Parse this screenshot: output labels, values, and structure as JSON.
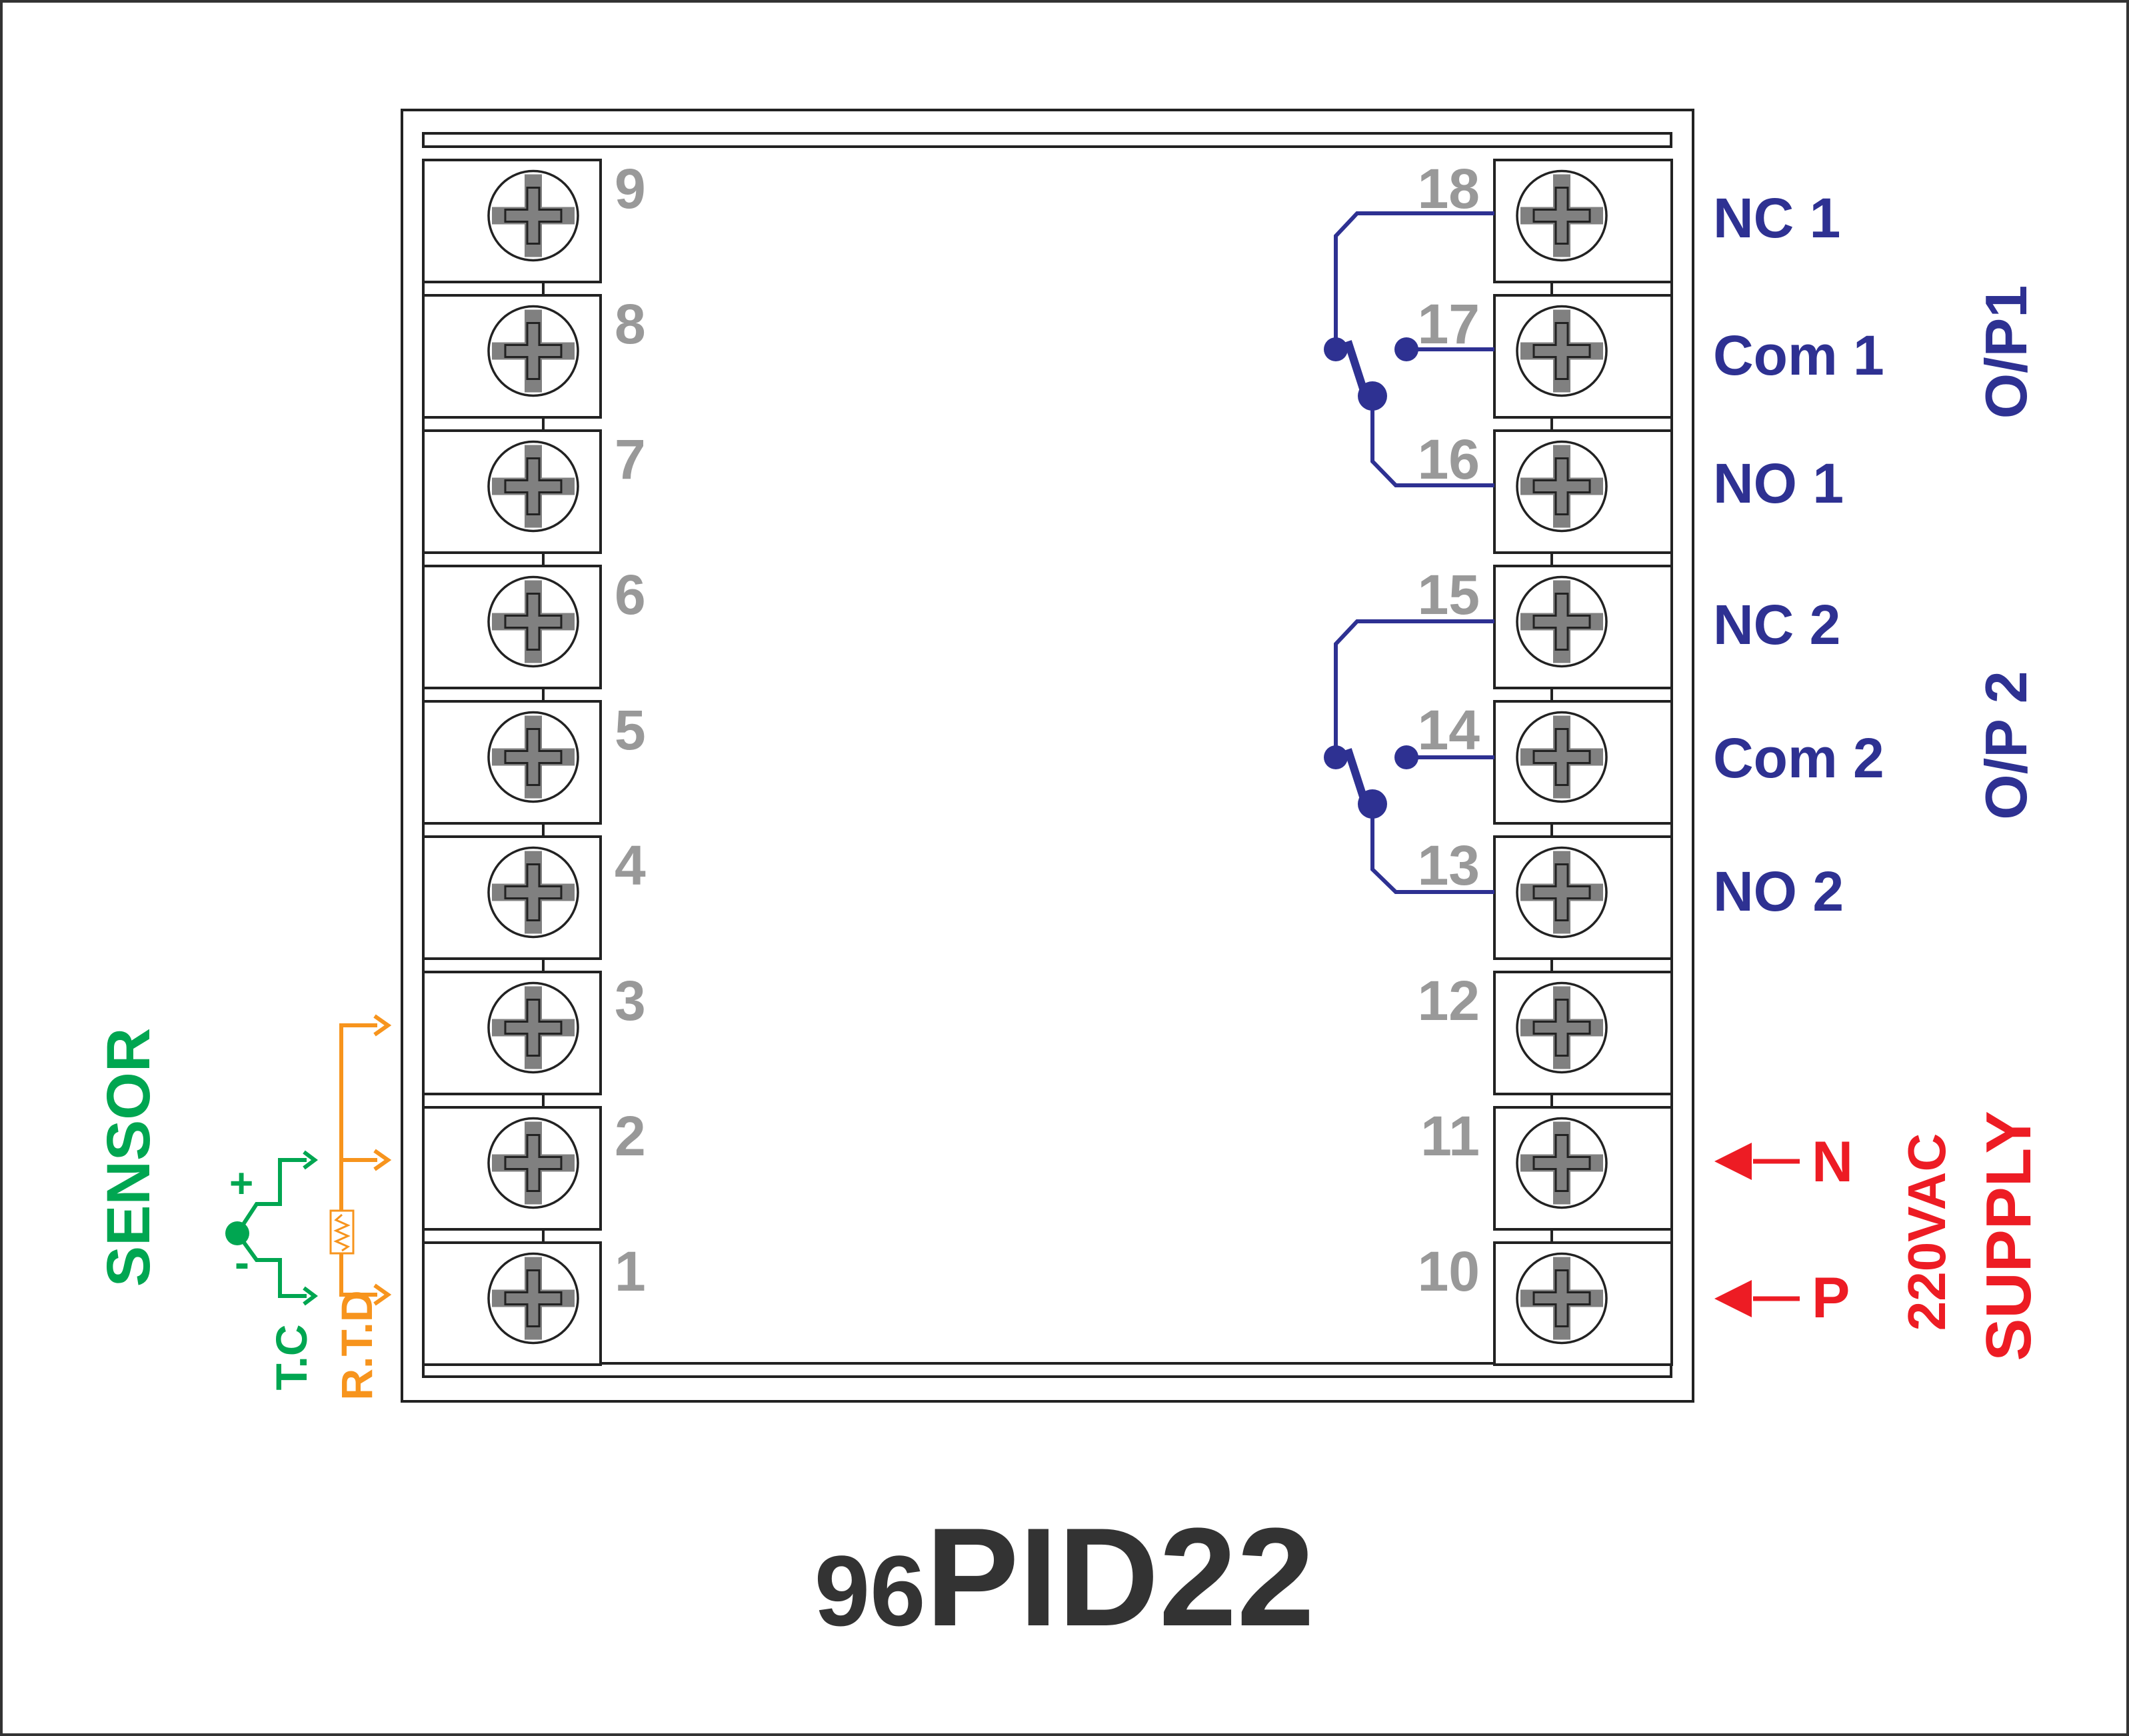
{
  "model": {
    "prefix": "96",
    "name": "PID22"
  },
  "left_terminals": [
    "9",
    "8",
    "7",
    "6",
    "5",
    "4",
    "3",
    "2",
    "1"
  ],
  "right_terminals": [
    "18",
    "17",
    "16",
    "15",
    "14",
    "13",
    "12",
    "11",
    "10"
  ],
  "output1": {
    "group_label": "O/P1",
    "nc": "NC 1",
    "com": "Com 1",
    "no": "NO 1"
  },
  "output2": {
    "group_label": "O/P 2",
    "nc": "NC 2",
    "com": "Com 2",
    "no": "NO 2"
  },
  "supply": {
    "group_label": "SUPPLY",
    "voltage": "220VAC",
    "neutral": "N",
    "phase": "P"
  },
  "sensor": {
    "group_label": "SENSOR",
    "thermocouple": "T.C",
    "rtd": "R.T.D",
    "plus": "+",
    "minus": "-"
  },
  "colors": {
    "outputs": "#2e3192",
    "supply": "#ed1c24",
    "thermocouple": "#00a651",
    "rtd": "#f7941d",
    "terminal_number": "#999999",
    "screw": "#808080",
    "model_text": "#333333"
  }
}
